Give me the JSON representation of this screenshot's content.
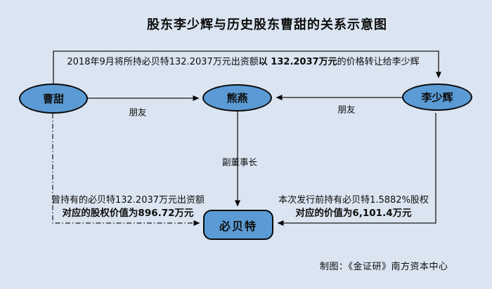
{
  "diagram": {
    "title": "股东李少辉与历史股东曹甜的关系示意图",
    "credit": "制图：《金证研》南方资本中心",
    "colors": {
      "background": "#dbe4f1",
      "node_fill": "#5b9bd5",
      "node_border": "#0a0a0a",
      "connector": "#1a1a1a"
    },
    "nodes": {
      "caotian": "曹甜",
      "xiongyan": "熊燕",
      "lishaohui": "李少辉",
      "bibeite": "必贝特"
    },
    "edges": {
      "transfer": {
        "pre": "2018年9月将所持必贝特132.2037万元出资额",
        "bold": "以 132.2037万元",
        "post": "的价格转让给李少辉"
      },
      "friend_left": "朋友",
      "friend_right": "朋友",
      "vice_chairman": "副董事长",
      "caotian_stake": {
        "line1": "曾持有的必贝特132.2037万元出资额",
        "line2_bold": "对应的股权价值为896.72万元"
      },
      "lishaohui_stake": {
        "line1": "本次发行前持有必贝特1.5882%股权",
        "line2_bold": "对应的价值为6,101.4万元"
      }
    }
  }
}
